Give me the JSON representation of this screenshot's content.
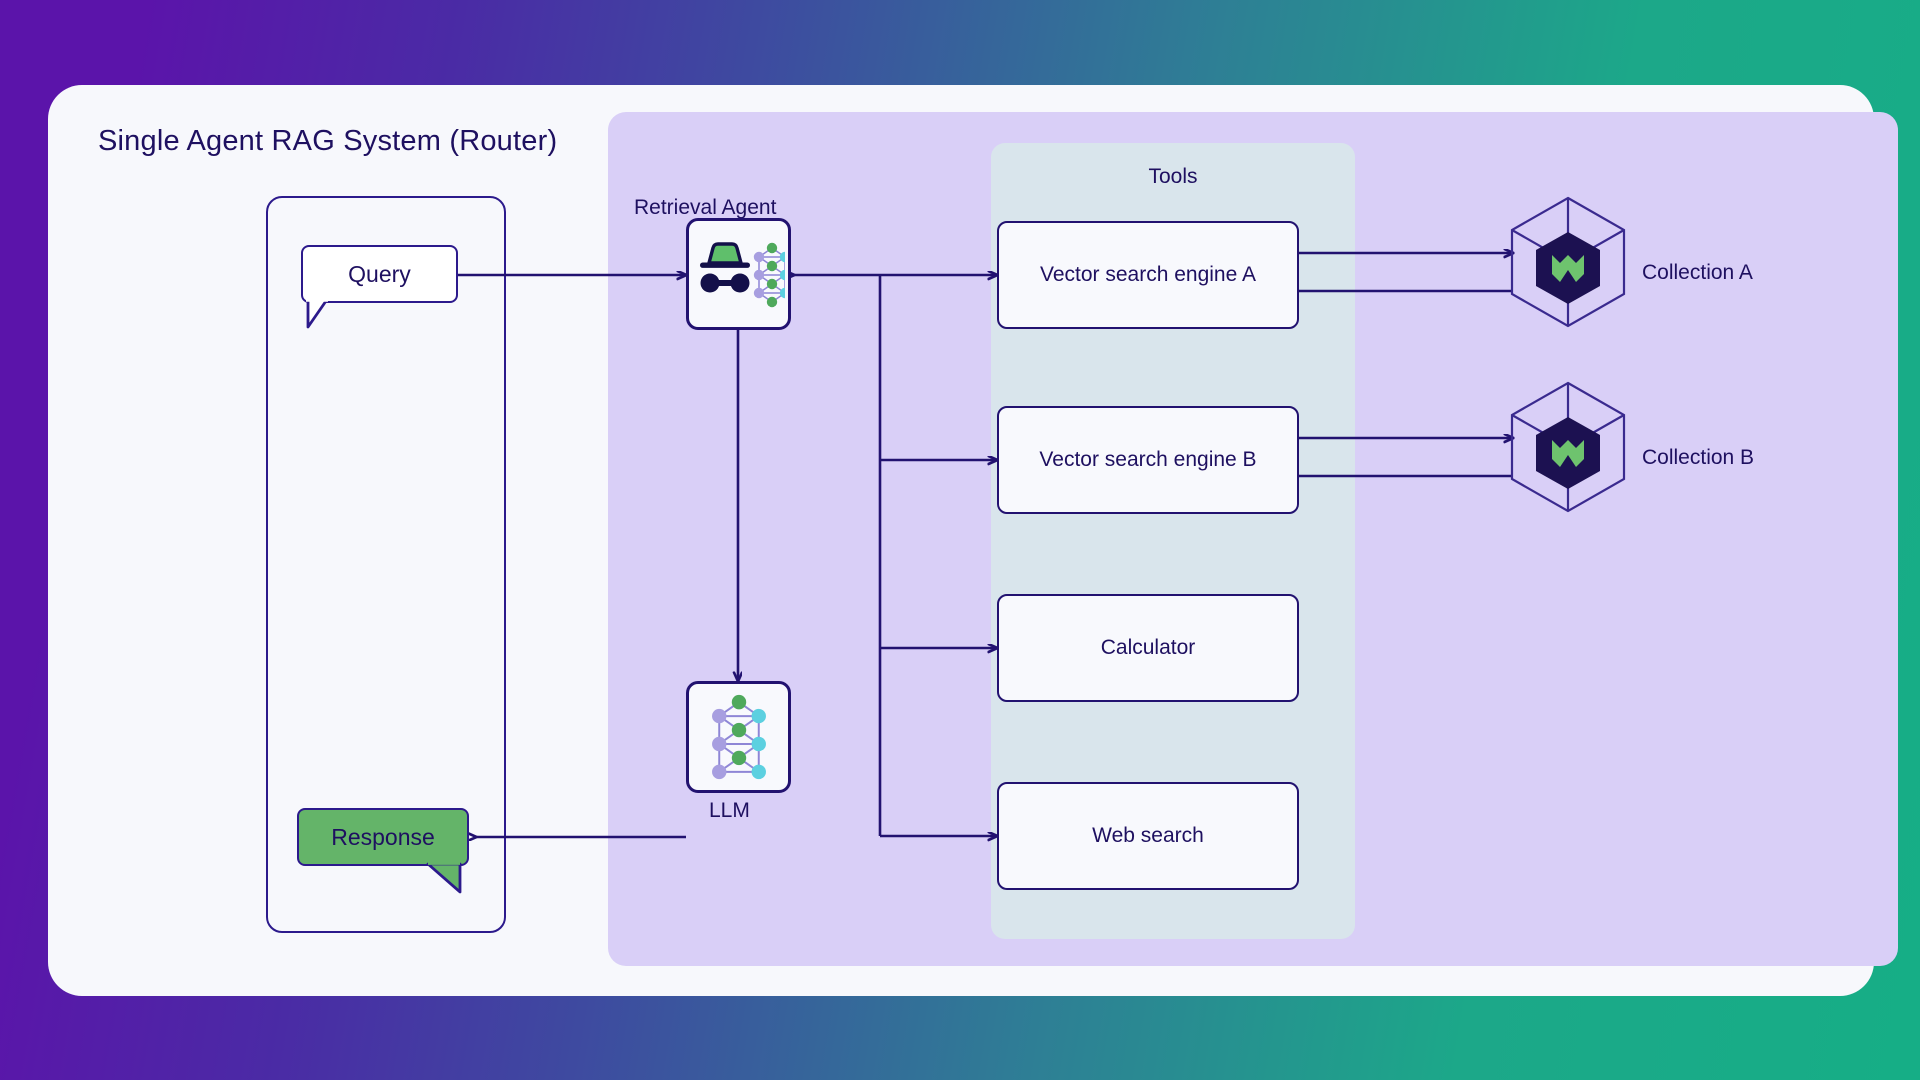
{
  "page": {
    "background_gradient_from": "#5B14AA",
    "background_gradient_to": "#16AE86",
    "card_background": "#F7F8FC"
  },
  "diagram": {
    "title": "Single Agent RAG System (Router)",
    "type": "flow-diagram",
    "accent_line_color": "#221270",
    "agent_panel_color": "#D9CFF7",
    "tools_panel_color": "#D9E5EC",
    "response_fill_color": "#64B469"
  },
  "io": {
    "query_label": "Query",
    "response_label": "Response"
  },
  "agent": {
    "label": "Retrieval Agent",
    "icon": "detective-neural-network-icon"
  },
  "llm": {
    "label": "LLM",
    "icon": "neural-network-icon"
  },
  "tools": {
    "title": "Tools",
    "items": [
      {
        "label": "Vector search engine A",
        "name": "vector-search-engine-a"
      },
      {
        "label": "Vector search engine B",
        "name": "vector-search-engine-b"
      },
      {
        "label": "Calculator",
        "name": "calculator"
      },
      {
        "label": "Web search",
        "name": "web-search"
      }
    ]
  },
  "collections": [
    {
      "label": "Collection A",
      "icon": "weaviate-hexagon-icon"
    },
    {
      "label": "Collection B",
      "icon": "weaviate-hexagon-icon"
    }
  ]
}
